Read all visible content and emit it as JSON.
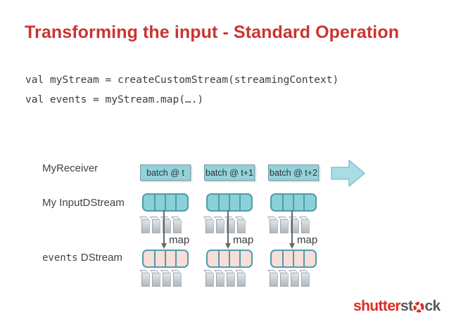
{
  "slide": {
    "title": "Transforming the input - Standard Operation",
    "code_line1": "val myStream = createCustomStream(streamingContext)",
    "code_line2": "val events = myStream.map(….)"
  },
  "diagram": {
    "row_labels": {
      "receiver": "MyReceiver",
      "input_dstream": "My InputDStream",
      "events_code": "events",
      "events_rest": " DStream"
    },
    "columns": [
      {
        "batch_label": "batch @ t",
        "map_label": "map"
      },
      {
        "batch_label": "batch @ t+1",
        "map_label": "map"
      },
      {
        "batch_label": "batch @ t+2",
        "map_label": "map"
      }
    ],
    "partitions_per_rdd": 4,
    "icons": {
      "flow": "right-block-arrow-icon",
      "aperture": "camera-shutter-icon"
    }
  },
  "branding": {
    "logo_part1": "shutter",
    "logo_part2": "st",
    "logo_part3": "ck"
  },
  "colors": {
    "title_red": "#cc3333",
    "teal_fill": "#8bd0d8",
    "teal_border": "#4e9dab",
    "pink_fill": "#f9ddd8",
    "batch_fill": "#92d2da",
    "batch_border": "#7d9aa6",
    "arrow_fill": "#a9dde5",
    "arrow_border": "#85c2ce",
    "logo_red": "#e02a23",
    "logo_gray": "#58595b",
    "code_gray": "#3c3c3c",
    "label_gray": "#3f4447"
  }
}
